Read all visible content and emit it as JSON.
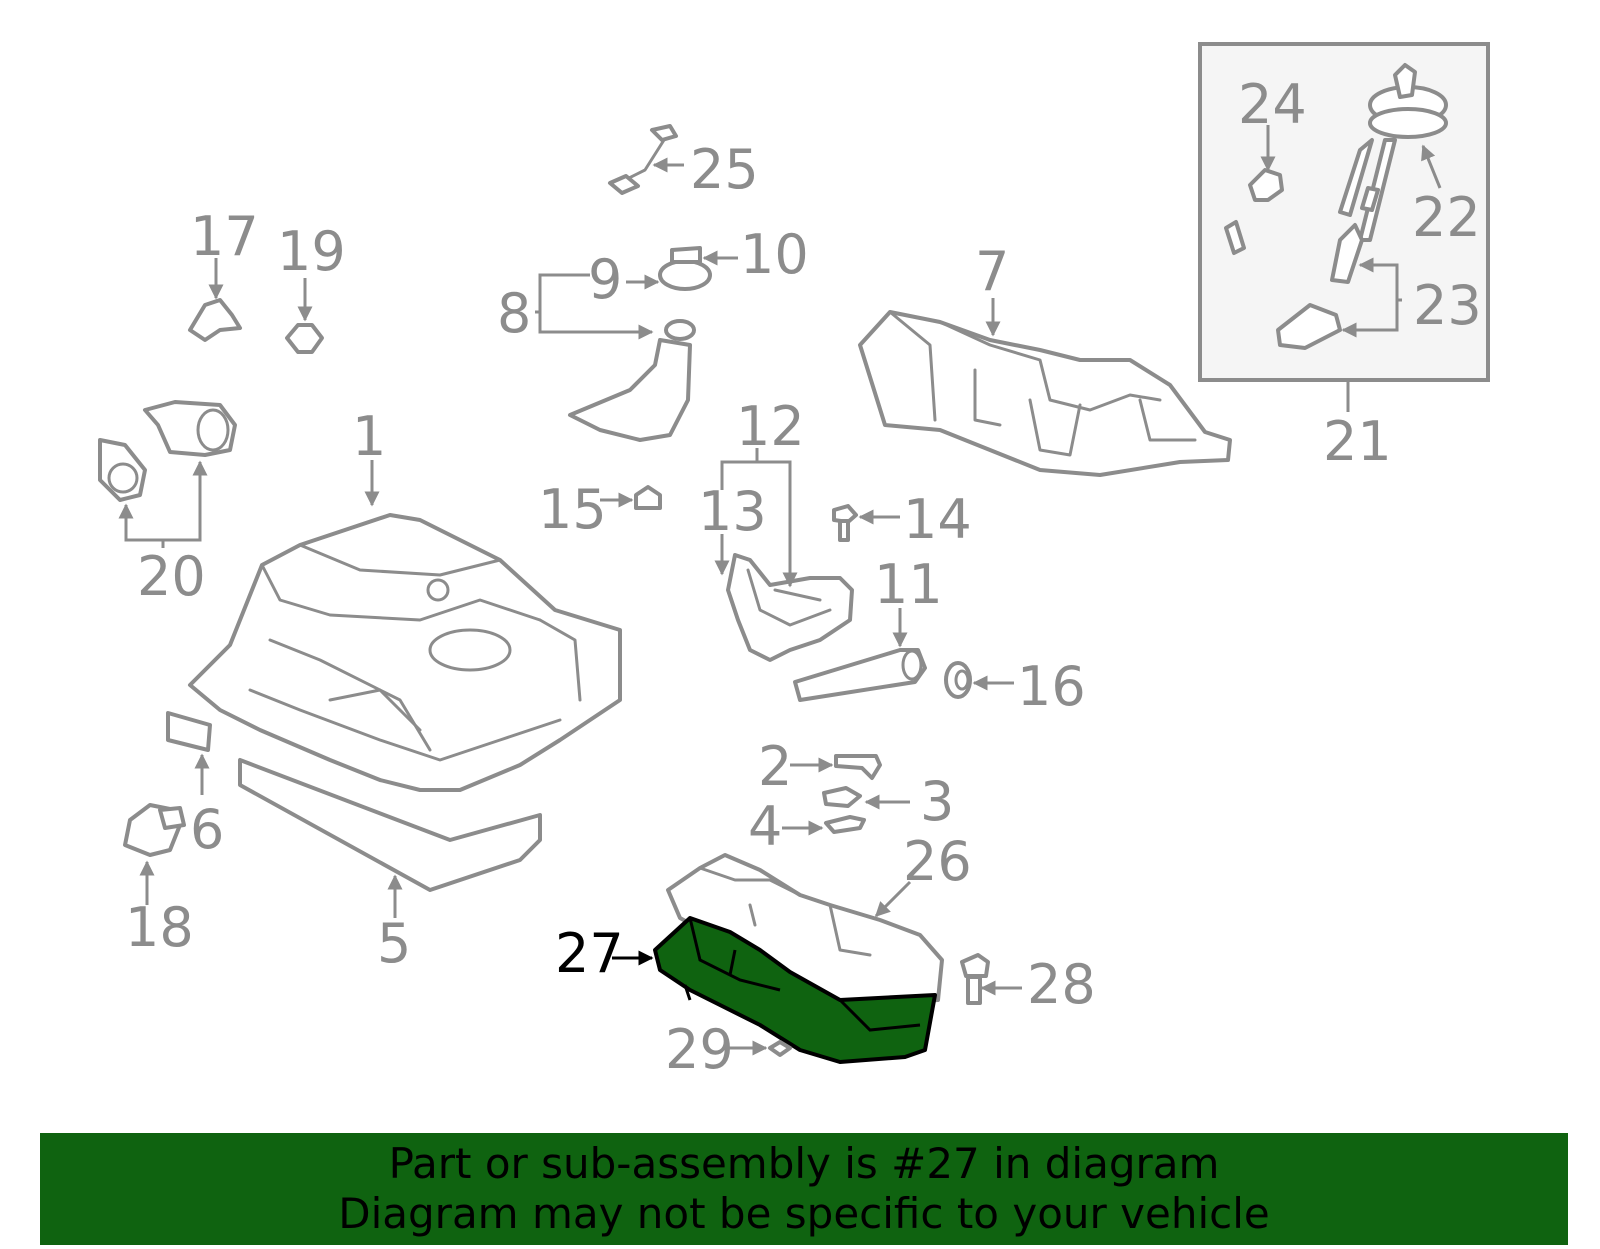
{
  "diagram": {
    "highlighted_part": "27",
    "highlight_color": "#0f6310",
    "part_color": "#8c8c8c",
    "callouts": {
      "c1": "1",
      "c2": "2",
      "c3": "3",
      "c4": "4",
      "c5": "5",
      "c6": "6",
      "c7": "7",
      "c8": "8",
      "c9": "9",
      "c10": "10",
      "c11": "11",
      "c12": "12",
      "c13": "13",
      "c14": "14",
      "c15": "15",
      "c16": "16",
      "c17": "17",
      "c18": "18",
      "c19": "19",
      "c20": "20",
      "c21": "21",
      "c22": "22",
      "c23": "23",
      "c24": "24",
      "c25": "25",
      "c26": "26",
      "c27": "27",
      "c28": "28",
      "c29": "29"
    }
  },
  "banner": {
    "line1": "Part or sub-assembly is #27 in diagram",
    "line2": "Diagram may not be specific to your vehicle",
    "background": "#0f6310"
  }
}
